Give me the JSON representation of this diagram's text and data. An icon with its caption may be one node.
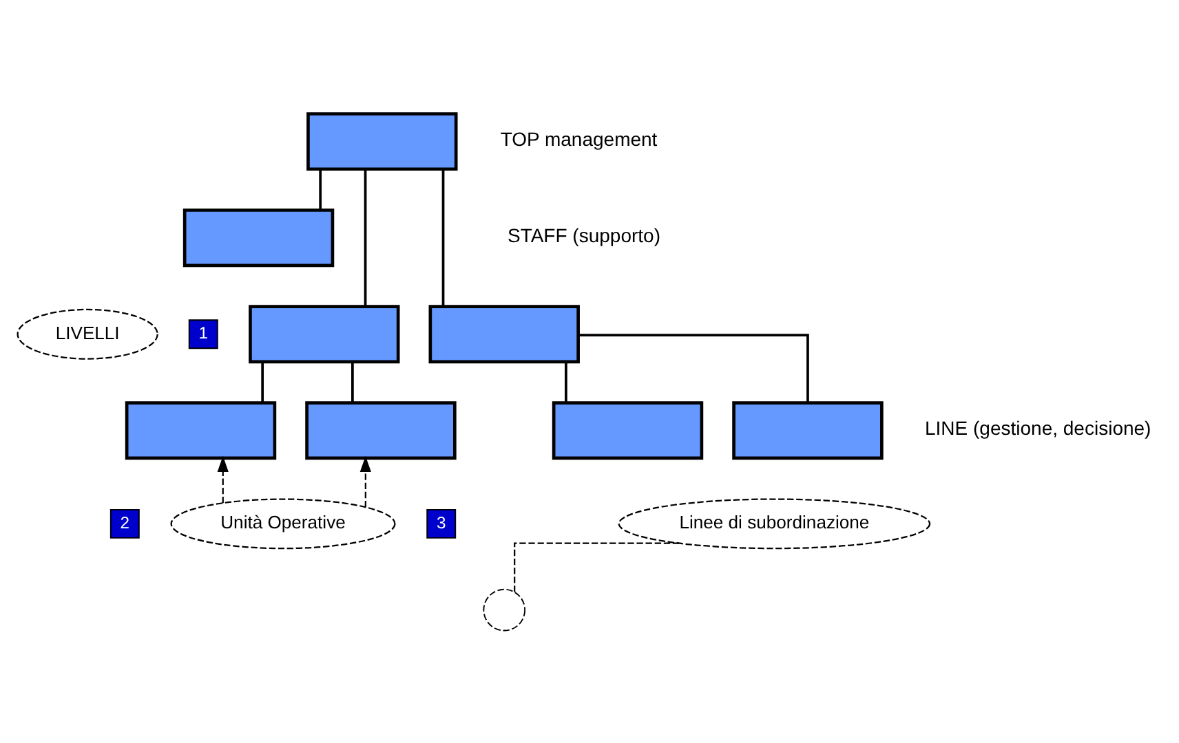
{
  "diagram": {
    "nodes": [
      {
        "text": [],
        "shape": "box"
      },
      {
        "text": [],
        "shape": "box"
      },
      {
        "text": [],
        "shape": "box"
      },
      {
        "text": [],
        "shape": "box"
      },
      {
        "text": [],
        "shape": "box"
      },
      {
        "text": [],
        "shape": "box"
      },
      {
        "text": [],
        "shape": "box"
      },
      {
        "text": [],
        "shape": "box"
      },
      {
        "text": [],
        "shape": "circle"
      },
      {
        "text": [
          "LIVELLI"
        ]
      },
      {
        "text": [
          "Unità Operative"
        ]
      },
      {
        "text": [
          "Linee di subordinazione"
        ]
      }
    ],
    "edges": [
      {
        "from": 0,
        "to": 1,
        "arrow": "none"
      },
      {
        "from": 0,
        "to": 2,
        "arrow": "none"
      },
      {
        "from": 0,
        "to": 3,
        "arrow": "none"
      },
      {
        "from": 2,
        "to": 4,
        "arrow": "none"
      },
      {
        "from": 2,
        "to": 5,
        "arrow": "none"
      },
      {
        "from": 3,
        "to": 6,
        "arrow": "none"
      },
      {
        "from": 3,
        "to": 7,
        "arrow": "none"
      },
      {
        "from": 10,
        "to": 4,
        "arrow": "to",
        "style": "dashed"
      },
      {
        "from": 10,
        "to": 5,
        "arrow": "to",
        "style": "dashed"
      },
      {
        "from": 11,
        "to": 8,
        "arrow": "none",
        "style": "dashed"
      }
    ],
    "labels": [
      "TOP management",
      "STAFF (supporto)",
      "1",
      "LINE (gestione, decisione)",
      "2",
      "3"
    ]
  }
}
